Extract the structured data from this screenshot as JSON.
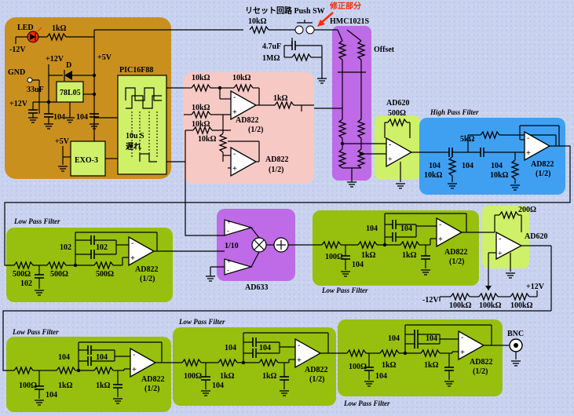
{
  "colors": {
    "orange": "#c9901e",
    "pink": "#f6c9c5",
    "purple": "#bf6ae6",
    "green": "#97bf0d",
    "blue": "#3fa0f2",
    "lime": "#cff069",
    "red": "#ff2a00"
  },
  "power_block": {
    "led": "LED",
    "r_led": "1kΩ",
    "minus12v": "-12V",
    "gnd": "GND",
    "plus12v_in": "+12V",
    "plus12v": "+12V",
    "diode": "D",
    "reg": "78L05",
    "cap33": "33uF",
    "cap104a": "104",
    "cap104b": "104",
    "plus5v": "+5V",
    "plus5v2": "+5V",
    "osc": "EXO-3"
  },
  "pic": {
    "name": "PIC16F88",
    "delay_time": "10u S",
    "delay_label": "遅れ"
  },
  "reset": {
    "label": "リセット回路 Push SW",
    "r": "10kΩ",
    "cap": "4.7uF",
    "r2": "1MΩ",
    "note": "修正部分"
  },
  "hmc": {
    "name": "HMC1021S",
    "offset": "Offset"
  },
  "pink_block": {
    "r1": "10kΩ",
    "r2": "10kΩ",
    "r3": "10kΩ",
    "r4": "10kΩ",
    "r5": "10kΩ",
    "r6": "1kΩ",
    "opamp": "AD822",
    "half": "(1/2)",
    "opamp2": "AD822",
    "half2": "(1/2)"
  },
  "ad620a": {
    "name": "AD620",
    "r": "500Ω"
  },
  "hpf": {
    "title": "High Pass Filter",
    "r1": "5kΩ",
    "c1": "104",
    "r2": "10kΩ",
    "c2": "104",
    "c3": "104",
    "r3": "10kΩ",
    "opamp": "AD822",
    "half": "(1/2)"
  },
  "lpf1": {
    "title": "Low Pass Filter",
    "r1": "500Ω",
    "r2": "500Ω",
    "r3": "500Ω",
    "c1": "102",
    "c2": "102",
    "c3": "102",
    "opamp": "AD822",
    "half": "(1/2)"
  },
  "ad633": {
    "name": "AD633",
    "gain": "1/10"
  },
  "lpf2": {
    "title": "Low Pass Filter",
    "c1": "104",
    "c2": "104",
    "r1": "100Ω",
    "r2": "1kΩ",
    "r3": "1kΩ",
    "c3": "104",
    "opamp": "AD822",
    "half": "(1/2)"
  },
  "ad620b": {
    "name": "AD620",
    "r": "200Ω",
    "minus12": "-12V",
    "plus12": "+12V",
    "r1": "100kΩ",
    "r2": "100kΩ",
    "r3": "100kΩ"
  },
  "lpf3": {
    "title": "Low Pass Filter",
    "c1": "104",
    "c2": "104",
    "r1": "100Ω",
    "r2": "1kΩ",
    "r3": "1kΩ",
    "c3": "104",
    "opamp": "AD822",
    "half": "(1/2)"
  },
  "lpf4": {
    "title": "Low Pass Filter",
    "c1": "104",
    "c2": "104",
    "r1": "100Ω",
    "r2": "1kΩ",
    "r3": "1kΩ",
    "c3": "104",
    "opamp": "AD822",
    "half": "(1/2)"
  },
  "lpf5": {
    "title": "Low Pass Filter",
    "c1": "104",
    "c2": "104",
    "r1": "100Ω",
    "r2": "1kΩ",
    "r3": "1kΩ",
    "c3": "104",
    "opamp": "AD822",
    "half": "(1/2)"
  },
  "out": {
    "bnc": "BNC"
  }
}
